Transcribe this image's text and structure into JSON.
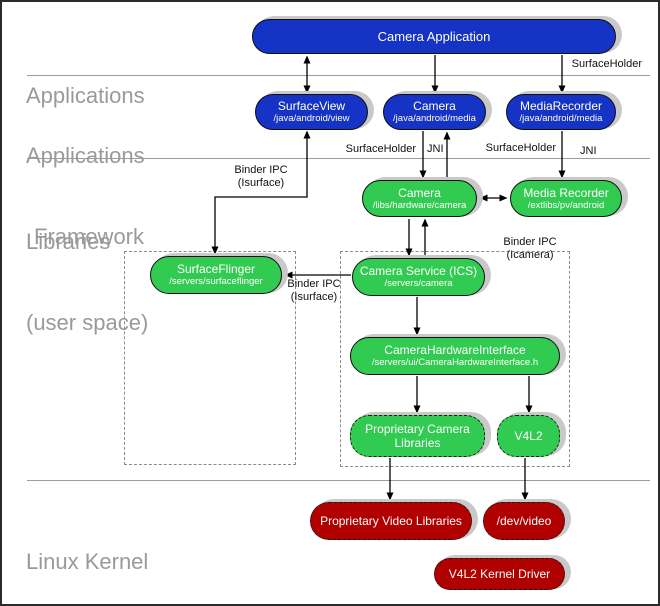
{
  "layers": {
    "applications": {
      "line1": "Applications"
    },
    "framework": {
      "line1": "Applications",
      "line2": "Framework"
    },
    "libraries": {
      "line1": "Libraries",
      "line2": "(user space)"
    },
    "kernel": {
      "line1": "Linux Kernel"
    }
  },
  "nodes": {
    "camera_application": {
      "title": "Camera Application"
    },
    "surfaceview": {
      "title": "SurfaceView",
      "subtitle": "/java/android/view"
    },
    "camera_java": {
      "title": "Camera",
      "subtitle": "/java/android/media"
    },
    "mediarecorder_java": {
      "title": "MediaRecorder",
      "subtitle": "/java/android/media"
    },
    "camera_lib": {
      "title": "Camera",
      "subtitle": "/libs/hardware/camera"
    },
    "mediarecorder_lib": {
      "title": "Media Recorder",
      "subtitle": "/extlibs/pv/android"
    },
    "surfaceflinger": {
      "title": "SurfaceFlinger",
      "subtitle": "/servers/surfaceflinger"
    },
    "camera_service": {
      "title": "Camera Service (ICS)",
      "subtitle": "/servers/camera"
    },
    "camera_hw_interface": {
      "title": "CameraHardwareInterface",
      "subtitle": "/servers/ui/CameraHardwareInterface.h"
    },
    "prop_camera_libs": {
      "title": "Proprietary Camera Libraries"
    },
    "v4l2": {
      "title": "V4L2"
    },
    "prop_video_libs": {
      "title": "Proprietary Video Libraries"
    },
    "dev_video": {
      "title": "/dev/video"
    },
    "v4l2_kernel_driver": {
      "title": "V4L2 Kernel Driver"
    }
  },
  "annotations": {
    "surfaceholder_top": "SurfaceHolder",
    "surfaceholder_camera": "SurfaceHolder",
    "jni_camera": "JNI",
    "surfaceholder_mediarecorder": "SurfaceHolder",
    "jni_mediarecorder": "JNI",
    "binder_ipc_isurface_top": {
      "line1": "Binder IPC",
      "line2": "(Isurface)"
    },
    "binder_ipc_isurface_mid": {
      "line1": "Binder IPC",
      "line2": "(Isurface)"
    },
    "binder_ipc_icamera": {
      "line1": "Binder IPC",
      "line2": "(Icamera)"
    }
  },
  "colors": {
    "node_blue": "#1533c4",
    "node_green": "#32cb52",
    "node_red": "#b00000",
    "shadow_gray": "#c9c9c9",
    "layer_label_gray": "#9a9a9a",
    "divider_gray": "#9d9d9d",
    "text_white": "#ffffff",
    "arrow_black": "#000000"
  }
}
